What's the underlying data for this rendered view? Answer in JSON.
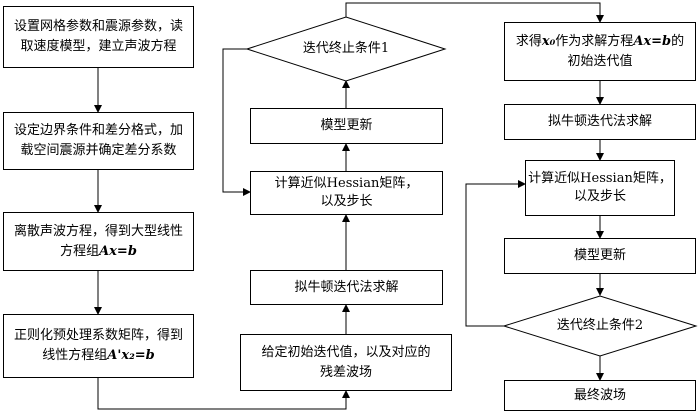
{
  "steps": {
    "s1": [
      "设置网格参数和震源参数，读",
      "取速度模型，建立声波方程"
    ],
    "s2": [
      "设定边界条件和差分格式，加",
      "载空间震源并确定差分系数"
    ],
    "s3_line1": "离散声波方程，得到大型线性",
    "s3_line2_prefix": "方程组",
    "s3_line2_eq": "Ax=b",
    "s4_line1": "正则化预处理系数矩阵，得到",
    "s4_line2_prefix": "线性方程组",
    "s4_line2_eq": "A'x₂=b"
  },
  "middle": {
    "cond1": "迭代终止条件1",
    "update": "模型更新",
    "hessian": [
      "计算近似Hessian矩阵，",
      "以及步长"
    ],
    "newton": "拟牛顿迭代法求解",
    "init": [
      "给定初始迭代值，以及对应的",
      "残差波场"
    ]
  },
  "right": {
    "result_prefix": "求得",
    "result_var": "x₀",
    "result_mid": "作为求解方程",
    "result_eq": "Ax=b",
    "result_suffix": "的",
    "result_line2": "初始迭代值",
    "newton": "拟牛顿迭代法求解",
    "hessian": [
      "计算近似Hessian矩阵，",
      "以及步长"
    ],
    "update": "模型更新",
    "cond2": "迭代终止条件2",
    "final": "最终波场"
  }
}
